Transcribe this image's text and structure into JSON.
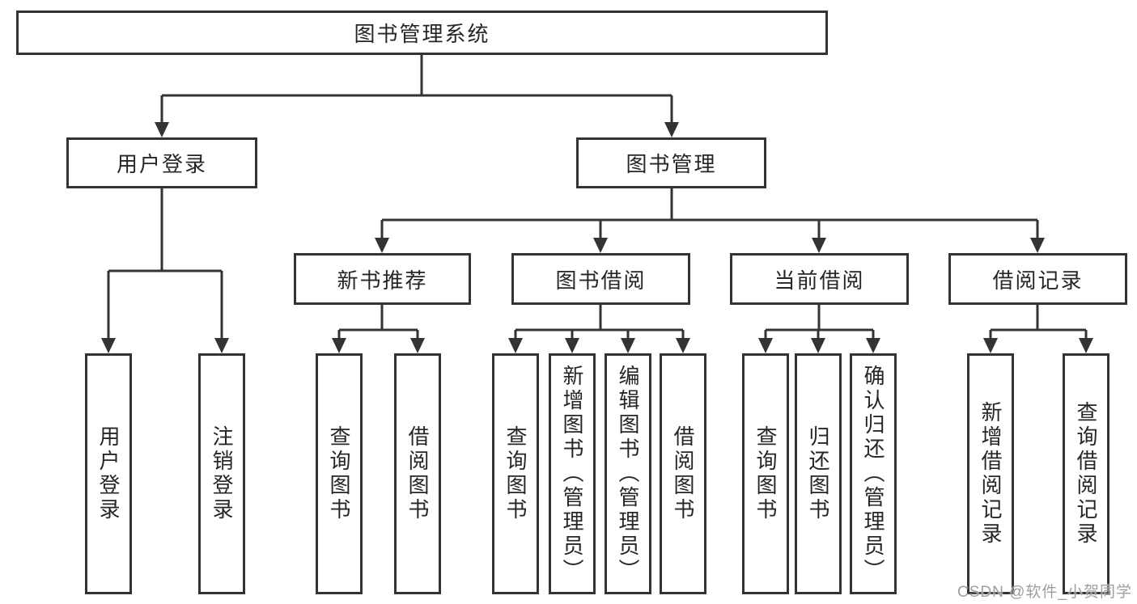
{
  "diagram_type": "hierarchy-tree",
  "colors": {
    "background": "#ffffff",
    "box_border": "#333333",
    "connector": "#333333",
    "text": "#262626",
    "watermark": "#9e9e9e"
  },
  "tree": {
    "label": "图书管理系统",
    "children": [
      {
        "label": "用户登录",
        "children": [
          {
            "label": "用户登录"
          },
          {
            "label": "注销登录"
          }
        ]
      },
      {
        "label": "图书管理",
        "children": [
          {
            "label": "新书推荐",
            "children": [
              {
                "label": "查询图书"
              },
              {
                "label": "借阅图书"
              }
            ]
          },
          {
            "label": "图书借阅",
            "children": [
              {
                "label": "查询图书"
              },
              {
                "label": "新增图书（管理员）"
              },
              {
                "label": "编辑图书（管理员）"
              },
              {
                "label": "借阅图书"
              }
            ]
          },
          {
            "label": "当前借阅",
            "children": [
              {
                "label": "查询图书"
              },
              {
                "label": "归还图书"
              },
              {
                "label": "确认归还（管理员）"
              }
            ]
          },
          {
            "label": "借阅记录",
            "children": [
              {
                "label": "新增借阅记录"
              },
              {
                "label": "查询借阅记录"
              }
            ]
          }
        ]
      }
    ]
  },
  "watermark": {
    "text": "CSDN @软件_小贺同学"
  }
}
